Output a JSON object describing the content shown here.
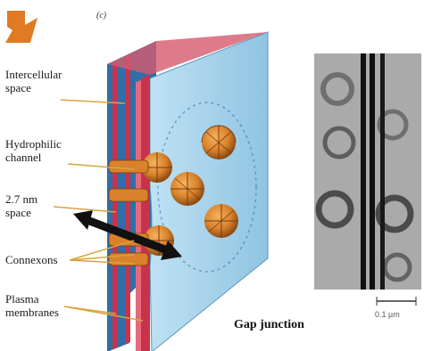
{
  "panel_label": "(c)",
  "labels": {
    "intercellular_space": "Intercellular\nspace",
    "hydrophilic_channel": "Hydrophilic\nchannel",
    "space_2_7nm": "2.7 nm\nspace",
    "connexons": "Connexons",
    "plasma_membranes": "Plasma\nmembranes"
  },
  "caption": "Gap junction",
  "scale_bar_label": "0.1 µm",
  "colors": {
    "membrane_red": "#c8334a",
    "membrane_blue_face": "#9fd0e8",
    "membrane_blue_dark": "#2f6ea8",
    "connexon_orange": "#d9822b",
    "arrow_orange": "#e07a24",
    "leader_line": "#d9a441"
  }
}
